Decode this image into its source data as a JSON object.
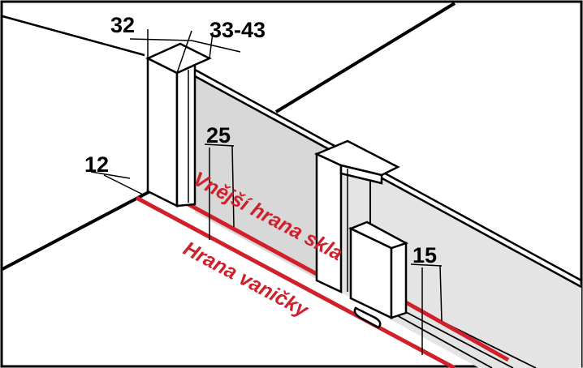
{
  "dimensions": {
    "profile_width": "32",
    "adjust_range": "33-43",
    "offset_glass": "25",
    "offset_profile": "12",
    "offset_right": "15"
  },
  "labels": {
    "outer_glass_edge": "Vnější hrana skla",
    "tub_edge": "Hrana vaničky"
  },
  "colors": {
    "edge_red": "#d0202a",
    "glass_fill": "#e4e4e4",
    "frame": "#ffffff",
    "line": "#000000"
  }
}
